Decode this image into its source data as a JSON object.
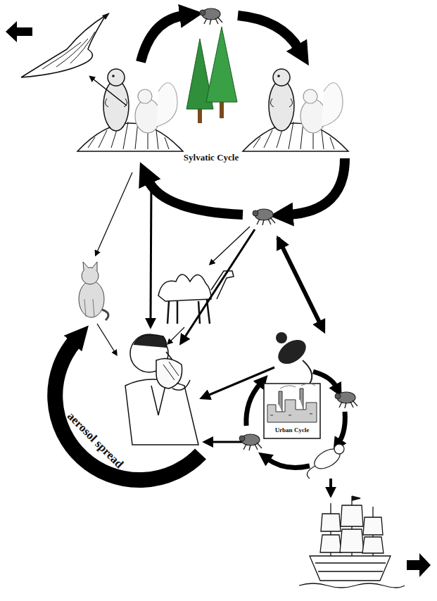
{
  "diagram": {
    "labels": [
      "Sylvatic Cycle",
      "Urban Cycle",
      "aerosol spread"
    ]
  }
}
